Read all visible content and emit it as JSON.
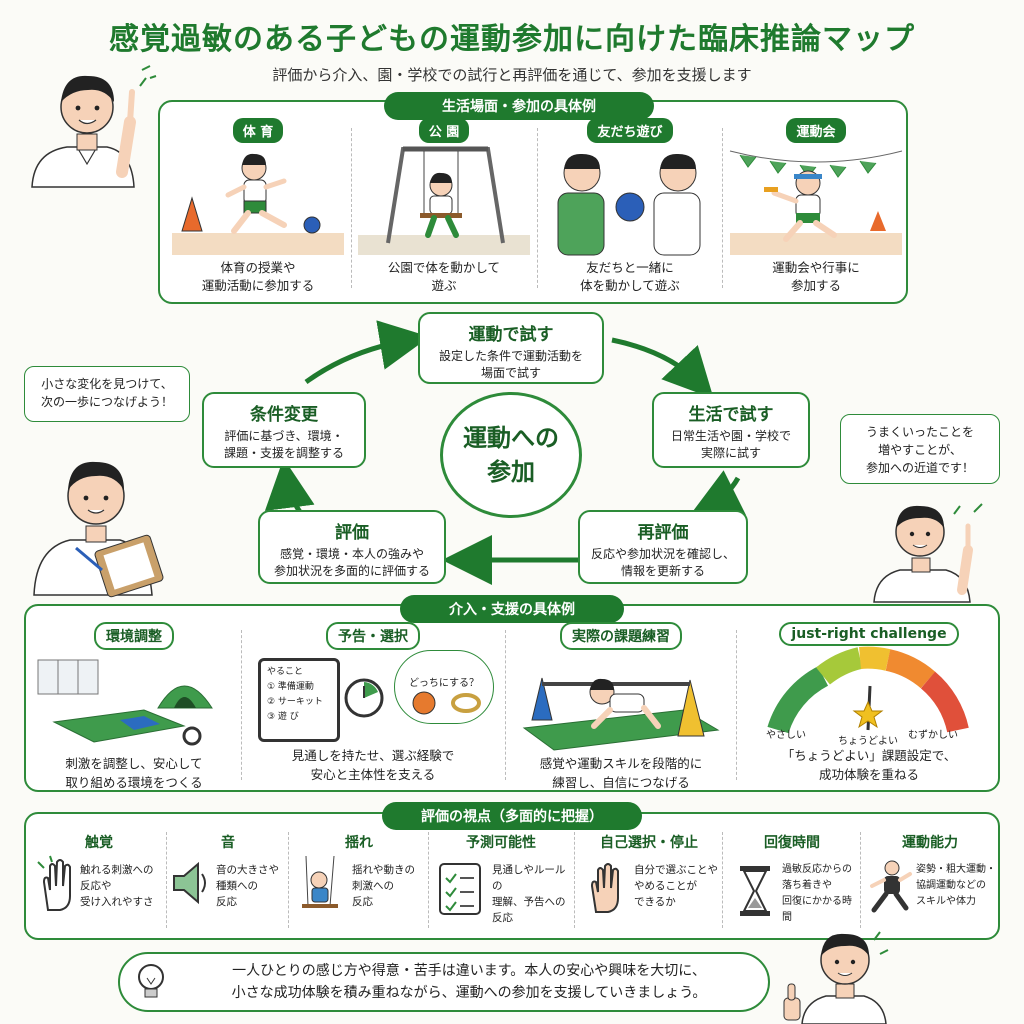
{
  "header": {
    "title": "感覚過敏のある子どもの運動参加に向けた臨床推論マップ",
    "subtitle": "評価から介入、園・学校での試行と再評価を通じて、参加を支援します"
  },
  "life": {
    "label": "生活場面・参加の具体例",
    "scenes": [
      {
        "tag": "体 育",
        "caption": "体育の授業や\n運動活動に参加する"
      },
      {
        "tag": "公 園",
        "caption": "公園で体を動かして\n遊ぶ"
      },
      {
        "tag": "友だち遊び",
        "caption": "友だちと一緒に\n体を動かして遊ぶ"
      },
      {
        "tag": "運動会",
        "caption": "運動会や行事に\n参加する"
      }
    ]
  },
  "cycle": {
    "center": "運動への\n参加",
    "steps": {
      "try_motor": {
        "title": "運動で試す",
        "desc": "設定した条件で運動活動を\n場面で試す"
      },
      "try_life": {
        "title": "生活で試す",
        "desc": "日常生活や園・学校で\n実際に試す"
      },
      "reeval": {
        "title": "再評価",
        "desc": "反応や参加状況を確認し、\n情報を更新する"
      },
      "eval": {
        "title": "評価",
        "desc": "感覚・環境・本人の強みや\n参加状況を多面的に評価する"
      },
      "change": {
        "title": "条件変更",
        "desc": "評価に基づき、環境・\n課題・支援を調整する"
      }
    },
    "bubble_left": "小さな変化を見つけて、\n次の一歩につなげよう！",
    "bubble_right": "うまくいったことを\n増やすことが、\n参加への近道です！"
  },
  "intervention": {
    "label": "介入・支援の具体例",
    "items": [
      {
        "tag": "環境調整",
        "caption": "刺激を調整し、安心して\n取り組める環境をつくる"
      },
      {
        "tag": "予告・選択",
        "caption": "見通しを持たせ、選ぶ経験で\n安心と主体性を支える"
      },
      {
        "tag": "実際の課題練習",
        "caption": "感覚や運動スキルを段階的に\n練習し、自信につなげる"
      },
      {
        "tag": "just-right challenge",
        "caption": "「ちょうどよい」課題設定で、\n成功体験を重ねる"
      }
    ],
    "schedule": {
      "head": "やること",
      "items": [
        "① 準備運動",
        "② サーキット",
        "③ 遊 び"
      ]
    },
    "choice_bubble": "どっちにする？",
    "gauge": {
      "easy": "やさしい",
      "just": "ちょうどよい",
      "hard": "むずかしい"
    }
  },
  "evaluation": {
    "label": "評価の視点（多面的に把握）",
    "items": [
      {
        "title": "触覚",
        "desc": "触れる刺激への\n反応や\n受け入れやすさ"
      },
      {
        "title": "音",
        "desc": "音の大きさや\n種類への\n反応"
      },
      {
        "title": "揺れ",
        "desc": "揺れや動きの\n刺激への\n反応"
      },
      {
        "title": "予測可能性",
        "desc": "見通しやルールの\n理解、予告への\n反応"
      },
      {
        "title": "自己選択・停止",
        "desc": "自分で選ぶことや\nやめることが\nできるか"
      },
      {
        "title": "回復時間",
        "desc": "過敏反応からの\n落ち着きや\n回復にかかる時間"
      },
      {
        "title": "運動能力",
        "desc": "姿勢・粗大運動・\n協調運動などの\nスキルや体力"
      }
    ]
  },
  "footer": {
    "text": "一人ひとりの感じ方や得意・苦手は違います。本人の安心や興味を大切に、\n小さな成功体験を積み重ねながら、運動への参加を支援していきましょう。"
  },
  "colors": {
    "brand": "#1f7a2e",
    "accent": "#2e8b3a"
  }
}
